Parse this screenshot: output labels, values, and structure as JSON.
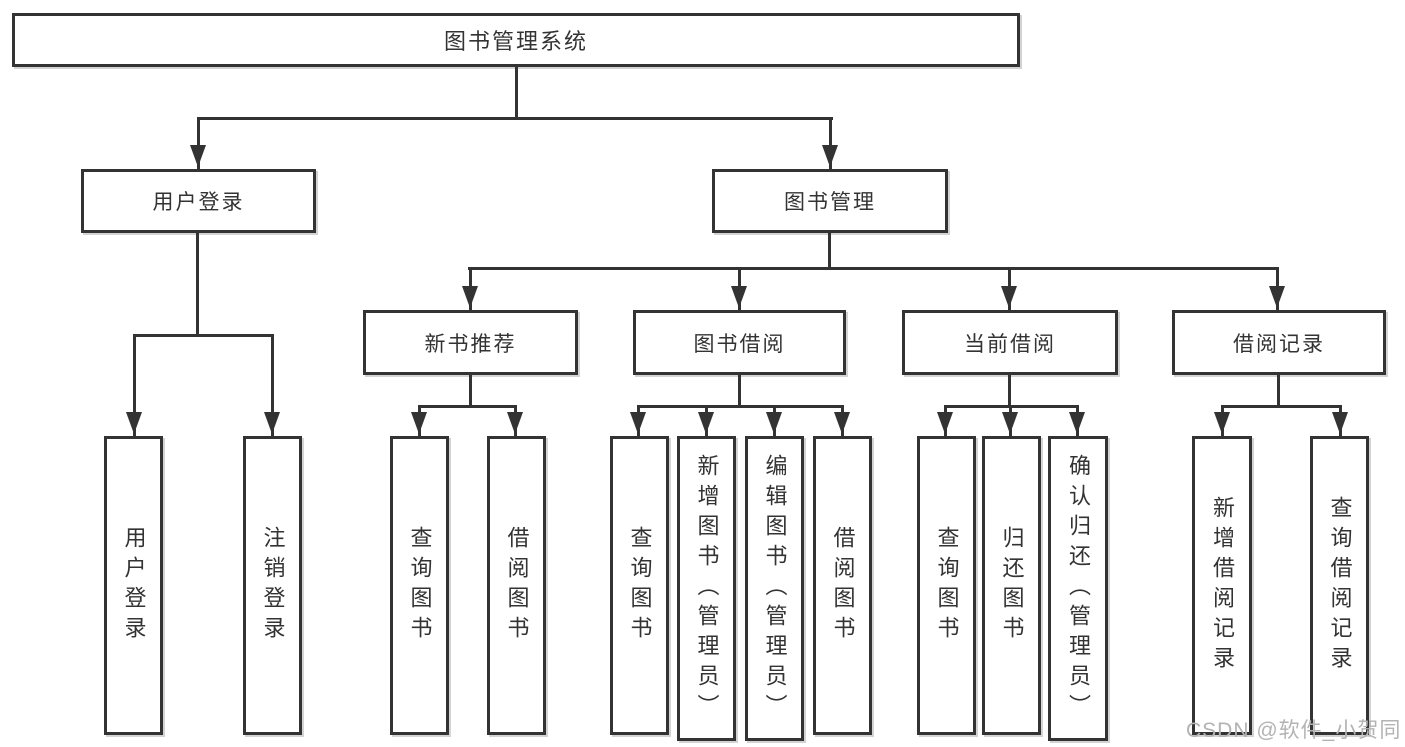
{
  "diagram": {
    "type": "hierarchy-tree",
    "colors": {
      "line": "#333333",
      "text": "#333333",
      "watermark": "#b3b3b3",
      "background": "#ffffff"
    },
    "watermark": "CSDN @软件_小贺同学",
    "nodes": {
      "root": {
        "label": "图书管理系统"
      },
      "userLogin": {
        "label": "用户登录"
      },
      "bookMgmt": {
        "label": "图书管理"
      },
      "leafUserLogin": {
        "label": "用户登录"
      },
      "leafLogout": {
        "label": "注销登录"
      },
      "newBooks": {
        "label": "新书推荐"
      },
      "bookBorrow": {
        "label": "图书借阅"
      },
      "currentBorrow": {
        "label": "当前借阅"
      },
      "borrowRecords": {
        "label": "借阅记录"
      },
      "nbQuery": {
        "label": "查询图书"
      },
      "nbBorrow": {
        "label": "借阅图书"
      },
      "bbQuery": {
        "label": "查询图书"
      },
      "bbAdd": {
        "label": "新增图书（管理员）"
      },
      "bbEdit": {
        "label": "编辑图书（管理员）"
      },
      "bbBorrow": {
        "label": "借阅图书"
      },
      "cbQuery": {
        "label": "查询图书"
      },
      "cbReturn": {
        "label": "归还图书"
      },
      "cbConfirm": {
        "label": "确认归还（管理员）"
      },
      "recAdd": {
        "label": "新增借阅记录"
      },
      "recQuery": {
        "label": "查询借阅记录"
      }
    }
  }
}
